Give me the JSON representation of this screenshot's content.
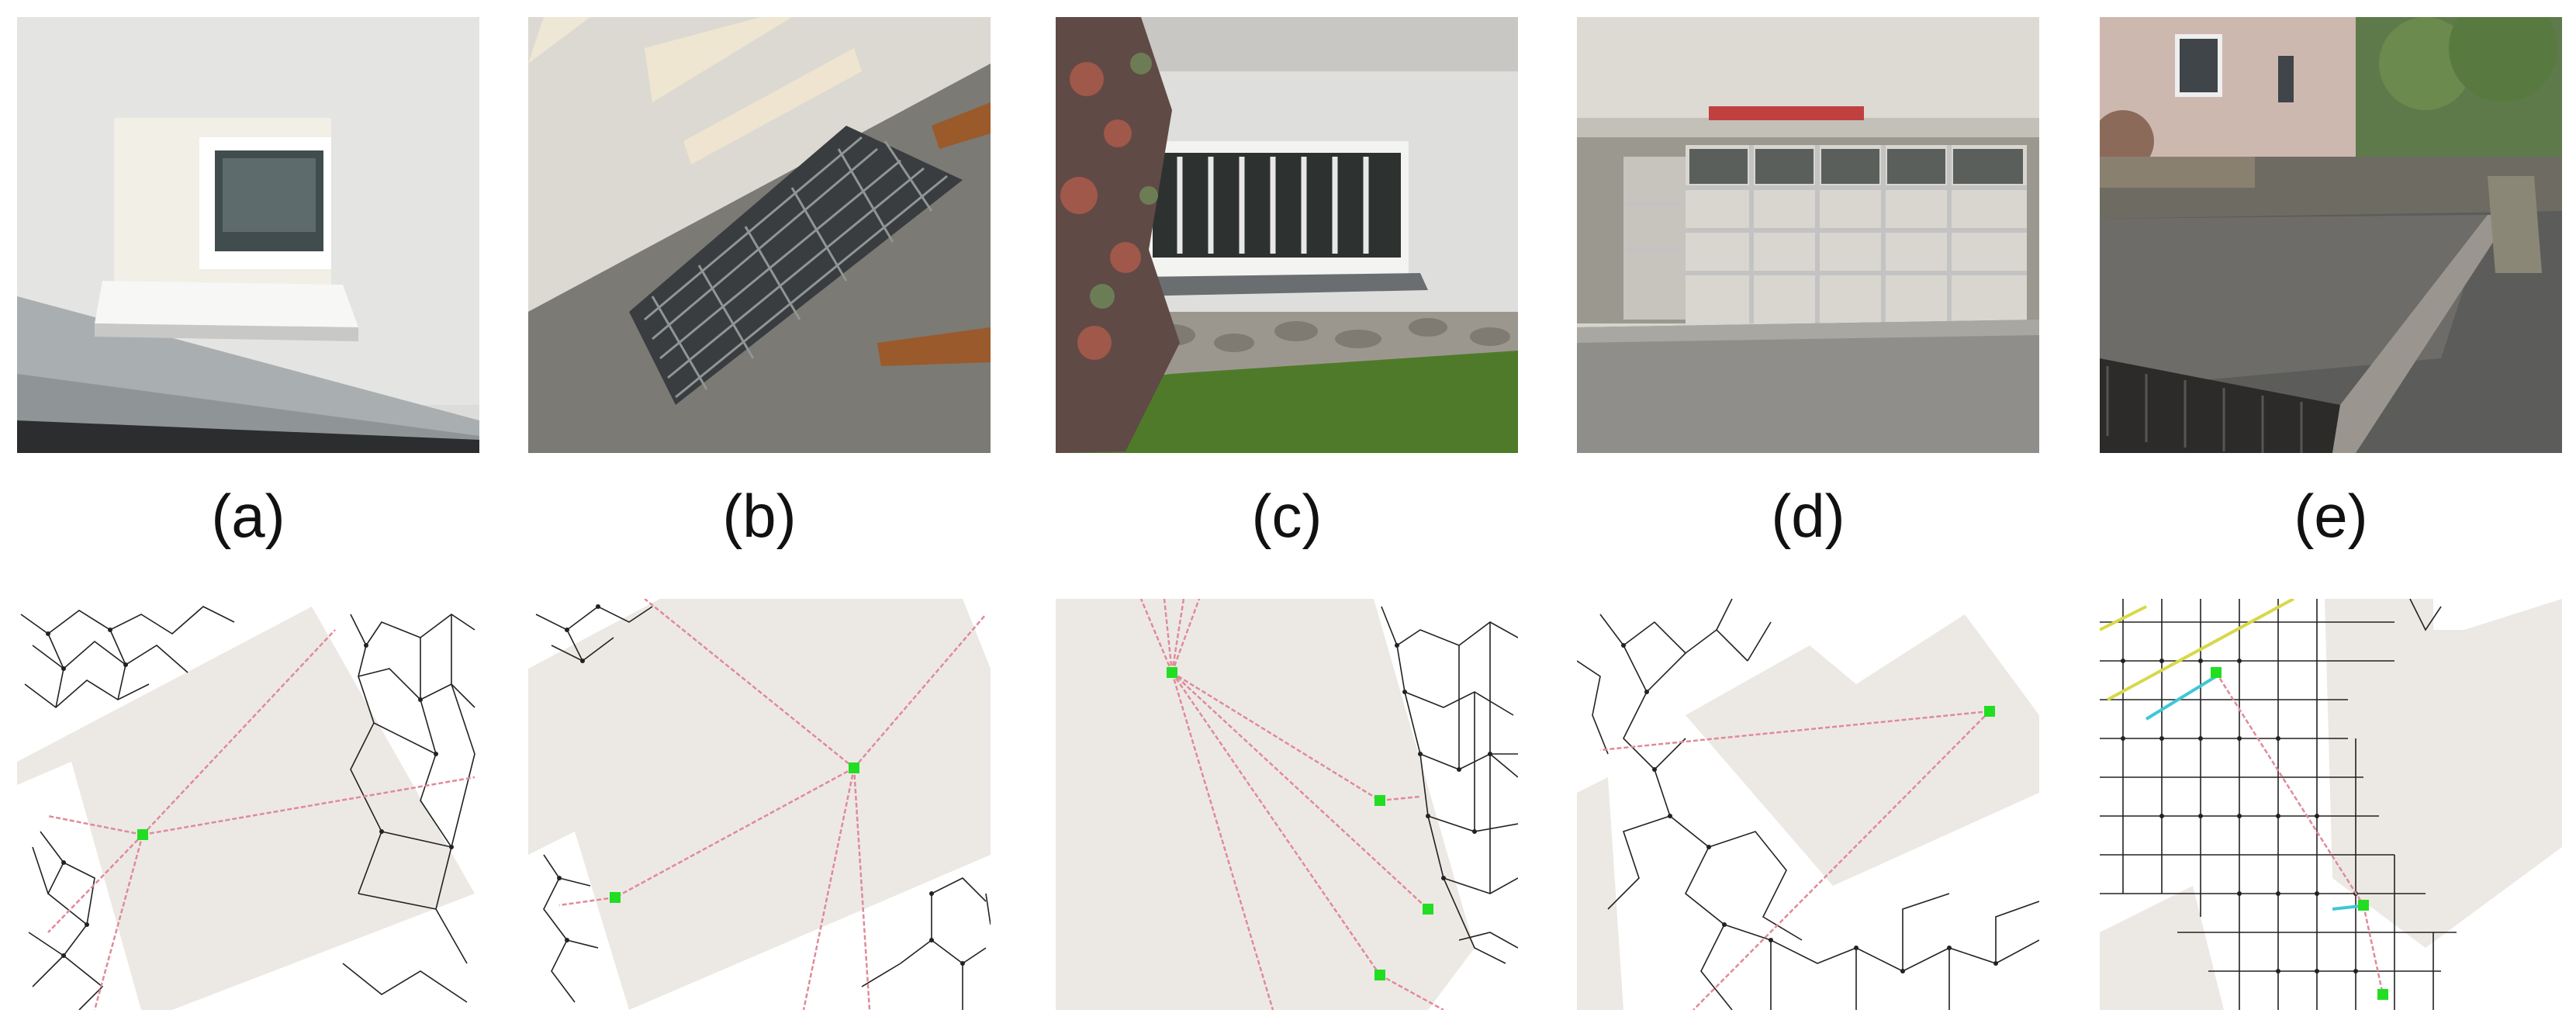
{
  "figure": {
    "panels": [
      {
        "label": "(a)",
        "scene": "basement-window-in-light-wall",
        "map": "building-footprint-with-graph"
      },
      {
        "label": "(b)",
        "scene": "metal-drain-grate-on-concrete",
        "map": "building-footprint-with-graph"
      },
      {
        "label": "(c)",
        "scene": "barred-window-above-stone-wall-and-grass",
        "map": "building-footprint-with-graph"
      },
      {
        "label": "(d)",
        "scene": "garage-door-and-driveway",
        "map": "building-footprint-with-graph"
      },
      {
        "label": "(e)",
        "scene": "gravel-yard-with-drain-channel",
        "map": "building-footprint-with-graph"
      }
    ],
    "colors": {
      "building": "#ece9e4",
      "node": "#22dd22",
      "ray": "#e08a9a",
      "graph": "#222222",
      "highlight_yellow": "#d8d84a",
      "highlight_cyan": "#3fc7d6"
    }
  }
}
